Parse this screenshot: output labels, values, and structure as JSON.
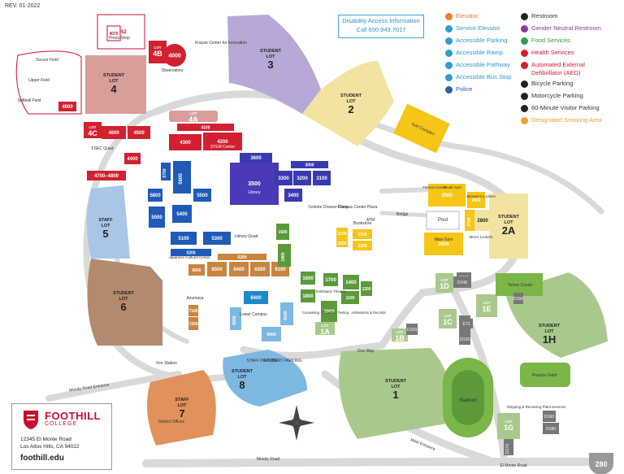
{
  "revision": "REV. 01-2022",
  "accessibility": {
    "line1": "Disability Access Information",
    "line2": "Call 650.949.7017"
  },
  "legend_left": [
    {
      "icon": "elevator-icon",
      "label": "Elevator",
      "color": "#f07d2b"
    },
    {
      "icon": "service-elevator-icon",
      "label": "Service Elevator",
      "color": "#2e9bd3"
    },
    {
      "icon": "accessible-parking-icon",
      "label": "Accessible Parking",
      "color": "#2e9bd3"
    },
    {
      "icon": "accessible-ramp-icon",
      "label": "Accessible Ramp",
      "color": "#2e9bd3"
    },
    {
      "icon": "accessible-pathway-icon",
      "label": "Accessible Pathway",
      "color": "#2e9bd3"
    },
    {
      "icon": "accessible-bus-stop-icon",
      "label": "Accessible Bus Stop",
      "color": "#2e9bd3"
    },
    {
      "icon": "police-icon",
      "label": "Police",
      "color": "#2b5fa8"
    }
  ],
  "legend_right": [
    {
      "icon": "restroom-icon",
      "label": "Restroom",
      "color": "#222222"
    },
    {
      "icon": "gender-neutral-restroom-icon",
      "label": "Gender Neutral Restroom",
      "color": "#8e3a9b"
    },
    {
      "icon": "food-services-icon",
      "label": "Food Services",
      "color": "#2f9e44"
    },
    {
      "icon": "health-services-icon",
      "label": "Health Services",
      "color": "#d22030"
    },
    {
      "icon": "aed-icon",
      "label": "Automated External",
      "label2": "Defibrillator (AED)",
      "color": "#d22030"
    },
    {
      "icon": "bicycle-parking-icon",
      "label": "Bicycle Parking",
      "color": "#222222"
    },
    {
      "icon": "motorcycle-parking-icon",
      "label": "Motorcycle Parking",
      "color": "#222222"
    },
    {
      "icon": "visitor-parking-icon",
      "label": "60-Minute Visitor Parking",
      "color": "#222222"
    },
    {
      "icon": "smoking-area-icon",
      "label": "Designated Smoking Area",
      "color": "#f0a030"
    }
  ],
  "lots": {
    "lot1": {
      "label": "STUDENT",
      "label2": "LOT",
      "num": "1"
    },
    "lot2": {
      "label": "STUDENT",
      "label2": "LOT",
      "num": "2"
    },
    "lot2a": {
      "label": "STUDENT",
      "label2": "LOT",
      "num": "2A"
    },
    "lot3": {
      "label": "STUDENT",
      "label2": "LOT",
      "num": "3"
    },
    "lot4": {
      "label": "STUDENT",
      "label2": "LOT",
      "num": "4"
    },
    "lot5": {
      "label": "STAFF",
      "label2": "LOT",
      "num": "5"
    },
    "lot6": {
      "label": "STUDENT",
      "label2": "LOT",
      "num": "6"
    },
    "lot7": {
      "label": "STAFF",
      "label2": "LOT",
      "num": "7"
    },
    "lot8": {
      "label": "STUDENT",
      "label2": "LOT",
      "num": "8"
    },
    "lot1h": {
      "label": "STUDENT",
      "label2": "LOT",
      "num": "1H"
    },
    "lot4a": {
      "label": "LOT",
      "num": "4A"
    },
    "lot4b": {
      "label": "LOT",
      "num": "4B"
    },
    "lot4c": {
      "label": "LOT",
      "num": "4C"
    },
    "lot1a": {
      "label": "LOT",
      "num": "1A"
    },
    "lot1b": {
      "label": "LOT",
      "num": "1B"
    },
    "lot1c": {
      "label": "LOT",
      "num": "1C"
    },
    "lot1d": {
      "label": "LOT",
      "num": "1D"
    },
    "lot1e": {
      "label": "LOT",
      "num": "1E"
    },
    "lot1g": {
      "label": "LOT",
      "num": "1G"
    }
  },
  "buildings": {
    "b4000": "4000",
    "b4052": "4052",
    "b4070": "4070",
    "b4900": "4900",
    "b4600": "4600",
    "b4500": "4500",
    "b4400": "4400",
    "b4300": "4300",
    "b4200": "4200",
    "b4200sub": "STEM Center",
    "b4100": "4100",
    "b4700": "4700–4800",
    "b3600": "3600",
    "b3500": "3500",
    "b3500sub": "Library",
    "b3300": "3300",
    "b3200": "3200",
    "b3100": "3100",
    "b3000": "3000",
    "b3400": "3400",
    "b5600": "5600",
    "b5800": "5800",
    "b5500": "5500",
    "b5000": "5000",
    "b5400": "5400",
    "b5100": "5100",
    "b5300": "5300",
    "b5700": "5700",
    "b5200": "5200",
    "b6600": "6600",
    "b6500": "6500",
    "b6400": "6400",
    "b6300": "6300",
    "b6100": "6100",
    "b6200": "6200",
    "b1500": "1500",
    "b1900": "1900",
    "b1600": "1600",
    "b1800": "1800",
    "b1400": "1400",
    "b1200": "1200",
    "b1700": "1700",
    "b1000": "1000",
    "b1100": "1100",
    "b2100": "2100",
    "b2150": "2150",
    "b2200": "2200",
    "b2300": "2300",
    "b2500": "2500",
    "b2600": "2600",
    "b2700": "2700",
    "b2800": "2800",
    "b2900": "2900",
    "b8400": "8400",
    "b8000": "8000",
    "b8100": "8100",
    "b8200": "8200",
    "b7100": "7100",
    "b7200": "7200",
    "d100": "D100",
    "d110": "D110",
    "d120": "D120",
    "d130": "D130",
    "d140": "D140",
    "d150": "D150",
    "d160": "D160",
    "d170": "D170",
    "d180": "D180",
    "e71": "E71"
  },
  "labels": {
    "soccer_field": "Soccer Field",
    "upper_field": "Upper Field",
    "softball_field": "Softball Field",
    "krause": "Krause Center for Innovation",
    "observatory": "Observatory",
    "press_shop": "Press Shop",
    "fsec_quad": "FSEC Quad",
    "golf_complex": "Golf Complex",
    "library_quad": "Library Quad",
    "campus_center_plaza": "Campus Center Plaza",
    "celeste_chavez_plaza": "Celeste Chavez Plaza",
    "bookstore": "Bookstore",
    "atm": "ATM",
    "bridge": "Bridge",
    "fitness_center": "Fitness Center",
    "small_gym": "Small Gym",
    "pool": "Pool",
    "main_gym": "Main Gym",
    "womens_lockers": "Women's Lockers",
    "mens_lockers": "Men's Lockers",
    "japanese_center": "Japanese Cultural Center",
    "smithwick": "Smithwick Theatre",
    "azumaya": "Azumaya",
    "lower_campus": "Lower Campus",
    "counseling": "Counseling · Transfer · Testing · Admissions & Records",
    "fire_station": "Fire Station",
    "district_offices": "District Offices",
    "tennis_courts": "Tennis Courts",
    "stadium": "Stadium",
    "practice_field": "Practice Field",
    "shipping": "Shipping & Receiving Plant Services",
    "staff_parking": "STAFF PARKING",
    "student_parking": "STUDENT PARKING",
    "one_way": "One Way",
    "moody_road_entrance": "Moody Road Entrance",
    "moody_road": "Moody Road",
    "main_entrance": "Main Entrance",
    "el_monte_road": "El Monte Road",
    "highway": "280"
  },
  "college": {
    "name": "FOOTHILL",
    "subname": "COLLEGE",
    "address1": "12345 El Monte Road",
    "address2": "Los Altos Hills, CA 94022",
    "url": "foothill.edu"
  }
}
